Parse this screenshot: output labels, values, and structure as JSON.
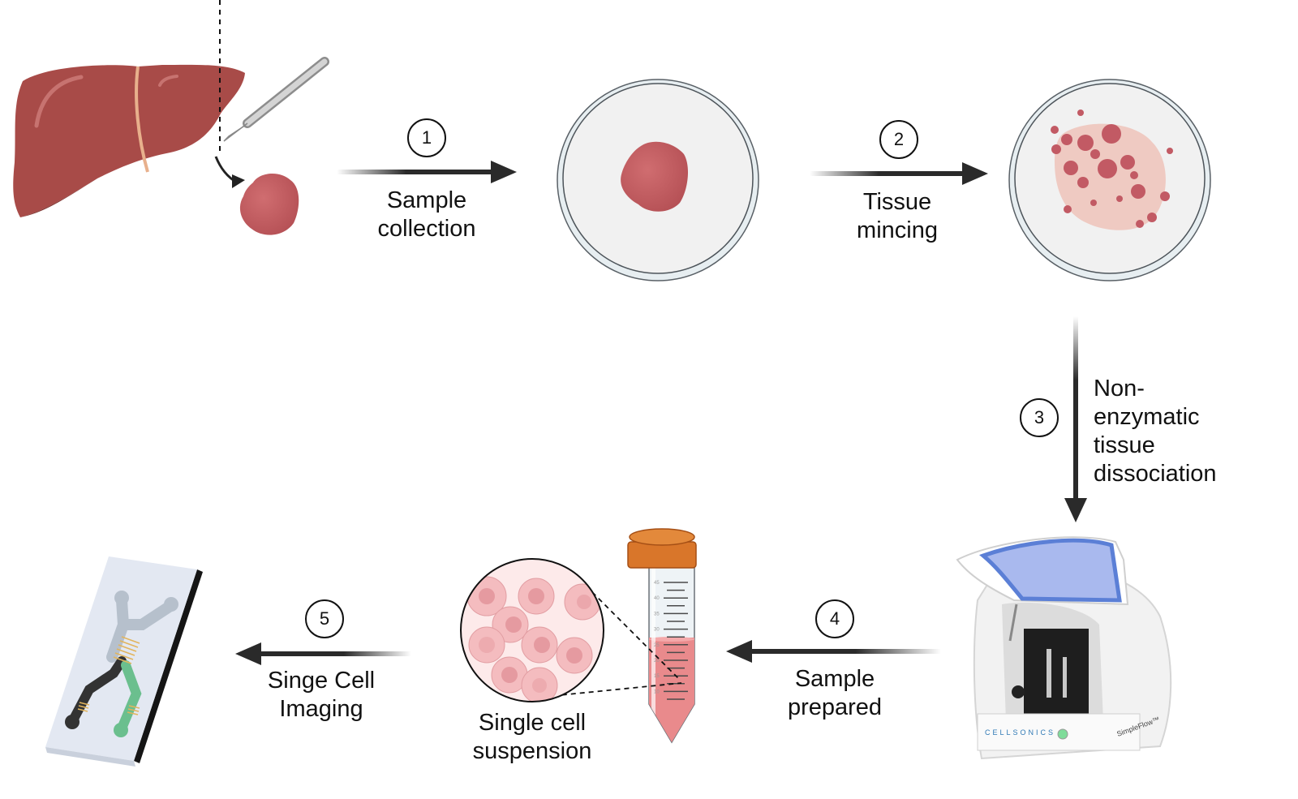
{
  "title": "Liver tissue to single cell imaging workflow",
  "steps": [
    {
      "number": "1",
      "label_line1": "Sample",
      "label_line2": "collection"
    },
    {
      "number": "2",
      "label_line1": "Tissue",
      "label_line2": "mincing"
    },
    {
      "number": "3",
      "label_line1": "Non-",
      "label_line2": "enzymatic",
      "label_line3": "tissue",
      "label_line4": "dissociation"
    },
    {
      "number": "4",
      "label_line1": "Sample",
      "label_line2": "prepared"
    },
    {
      "number": "5",
      "label_line1": "Singe Cell",
      "label_line2": "Imaging"
    }
  ],
  "suspension": {
    "label_line1": "Single cell",
    "label_line2": "suspension"
  },
  "tube": {
    "graduations": [
      "45",
      "40",
      "35",
      "30",
      "25",
      "20",
      "15",
      "10"
    ]
  },
  "instrument": {
    "brand": "CELLSONICS",
    "model": "SimpleFlow™"
  },
  "colors": {
    "liver": "#a84b48",
    "tissue": "#c0585c",
    "dish_bg": "#f1f1f1",
    "tube_cap": "#d9762a",
    "liquid": "#e98a8c",
    "lid_blue": "#5b7fd6",
    "chip_green": "#6bbf8e",
    "arrow": "#2a2a2a"
  }
}
